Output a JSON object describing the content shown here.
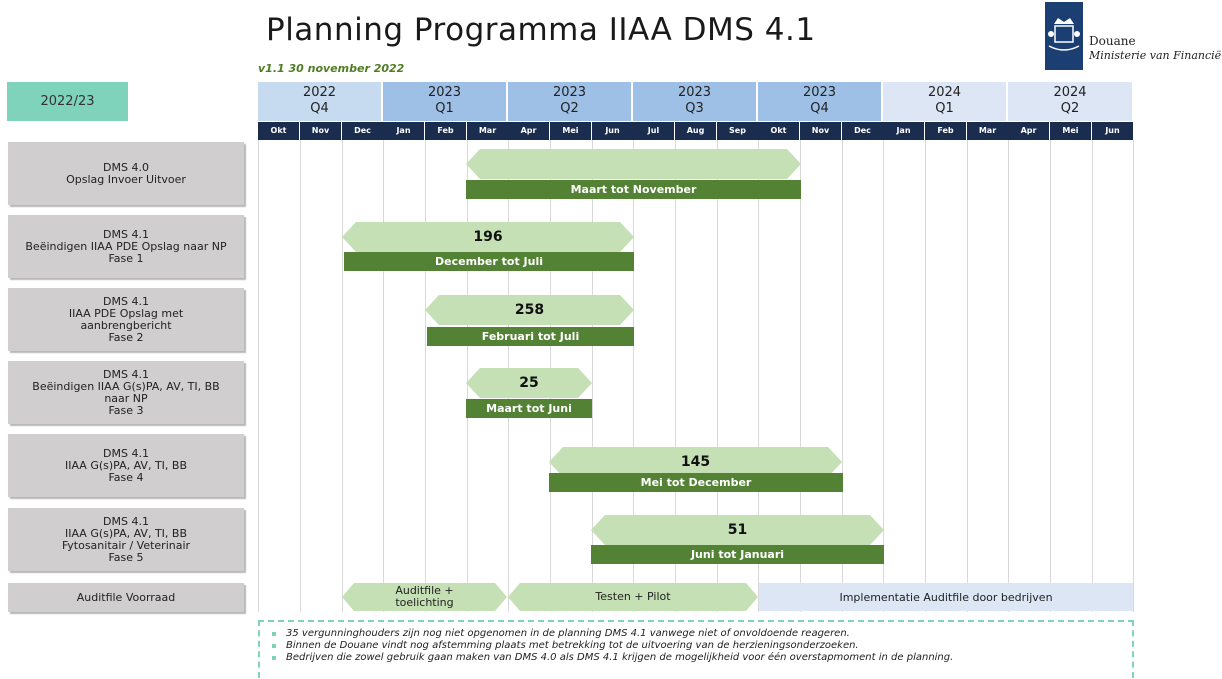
{
  "header": {
    "title": "Planning Programma IIAA DMS 4.1",
    "subtitle": "v1.1  30 november 2022",
    "logo_line1": "Douane",
    "logo_line2": "Ministerie van Financiën"
  },
  "year_label": "2022/23",
  "quarters": [
    {
      "year": "2022",
      "q": "Q4"
    },
    {
      "year": "2023",
      "q": "Q1"
    },
    {
      "year": "2023",
      "q": "Q2"
    },
    {
      "year": "2023",
      "q": "Q3"
    },
    {
      "year": "2023",
      "q": "Q4"
    },
    {
      "year": "2024",
      "q": "Q1"
    },
    {
      "year": "2024",
      "q": "Q2"
    }
  ],
  "months": [
    "Okt",
    "Nov",
    "Dec",
    "Jan",
    "Feb",
    "Mar",
    "Apr",
    "Mei",
    "Jun",
    "Jul",
    "Aug",
    "Sep",
    "Okt",
    "Nov",
    "Dec",
    "Jan",
    "Feb",
    "Mar",
    "Apr",
    "Mei",
    "Jun"
  ],
  "rows": [
    {
      "label": "DMS 4.0\nOpslag Invoer Uitvoer",
      "count": "",
      "period": "Maart tot November"
    },
    {
      "label": "DMS 4.1\nBeëindigen IIAA PDE Opslag naar NP\nFase 1",
      "count": "196",
      "period": "December tot Juli"
    },
    {
      "label": "DMS 4.1\nIIAA PDE Opslag met\naanbrengbericht\nFase 2",
      "count": "258",
      "period": "Februari tot Juli"
    },
    {
      "label": "DMS 4.1\nBeëindigen IIAA G(s)PA, AV, TI, BB\nnaar NP\nFase 3",
      "count": "25",
      "period": "Maart tot Juni"
    },
    {
      "label": "DMS 4.1\nIIAA G(s)PA, AV, TI, BB\nFase 4",
      "count": "145",
      "period": "Mei tot December"
    },
    {
      "label": "DMS 4.1\nIIAA G(s)PA, AV, TI, BB\nFytosanitair / Veterinair\nFase 5",
      "count": "51",
      "period": "Juni tot Januari"
    }
  ],
  "auditfile": {
    "label": "Auditfile Voorraad",
    "phase1": "Auditfile +\ntoelichting",
    "phase2": "Testen + Pilot",
    "phase3": "Implementatie Auditfile door bedrijven"
  },
  "notes": [
    "35 vergunninghouders zijn nog niet opgenomen in de planning DMS 4.1 vanwege niet of onvoldoende reageren.",
    "Binnen de Douane vindt nog afstemming plaats met betrekking tot de uitvoering van de herzieningsonderzoeken.",
    "Bedrijven die zowel gebruik gaan maken van DMS 4.0 als DMS 4.1 krijgen de mogelijkheid voor één overstapmoment in de planning."
  ]
}
